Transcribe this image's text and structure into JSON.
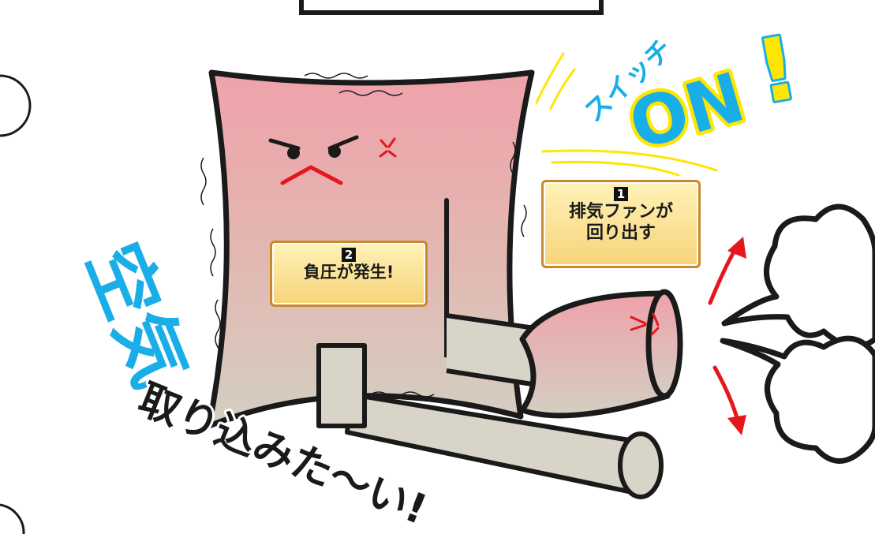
{
  "step_1": {
    "number": "1",
    "line_1": "排気ファンが",
    "line_2": "回り出す"
  },
  "step_2": {
    "number": "2",
    "line_1": "負圧が発生!"
  },
  "switch_text": {
    "small": "スイッチ",
    "big": "ON",
    "mark": "!"
  },
  "shout": {
    "blue_part": "空気",
    "black_part": "取り込みた〜い!"
  },
  "colors": {
    "body_top": "#efa2aa",
    "body_bottom": "#d5d1c4",
    "outline": "#1a1a1a",
    "cyan": "#19aee8",
    "yellow": "#ffe600",
    "arrow_red": "#e6161e",
    "label_fill": "#fbe29a",
    "label_border": "#c9892b"
  }
}
